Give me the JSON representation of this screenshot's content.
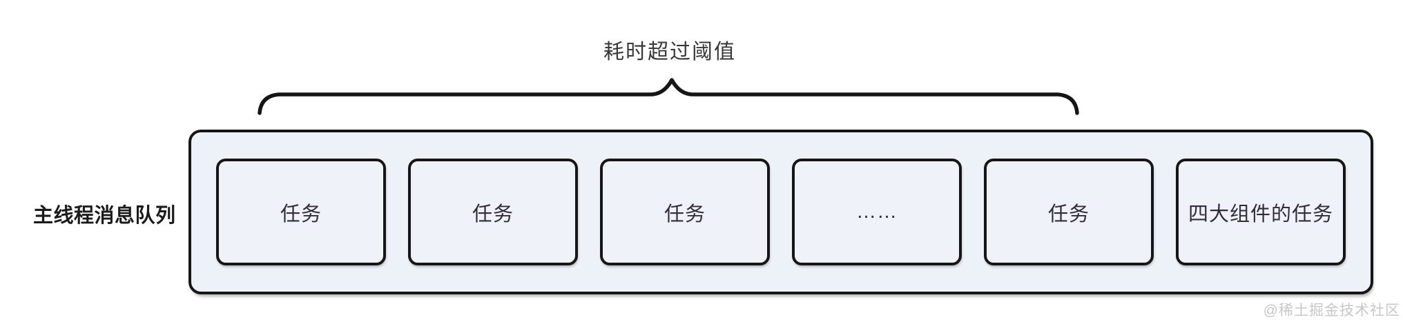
{
  "annotation": {
    "label": "耗时超过阈值"
  },
  "queue": {
    "label": "主线程消息队列",
    "items": [
      {
        "label": "任务"
      },
      {
        "label": "任务"
      },
      {
        "label": "任务"
      },
      {
        "label": "……"
      },
      {
        "label": "任务"
      },
      {
        "label": "四大组件的任务"
      }
    ]
  },
  "watermark": "@稀土掘金技术社区",
  "colors": {
    "container_fill": "#edf1f8",
    "box_fill": "#eff2f9",
    "stroke": "#161616",
    "text": "#2e2e38",
    "annotation_text": "#383838",
    "watermark_text": "#c7c7c7"
  }
}
